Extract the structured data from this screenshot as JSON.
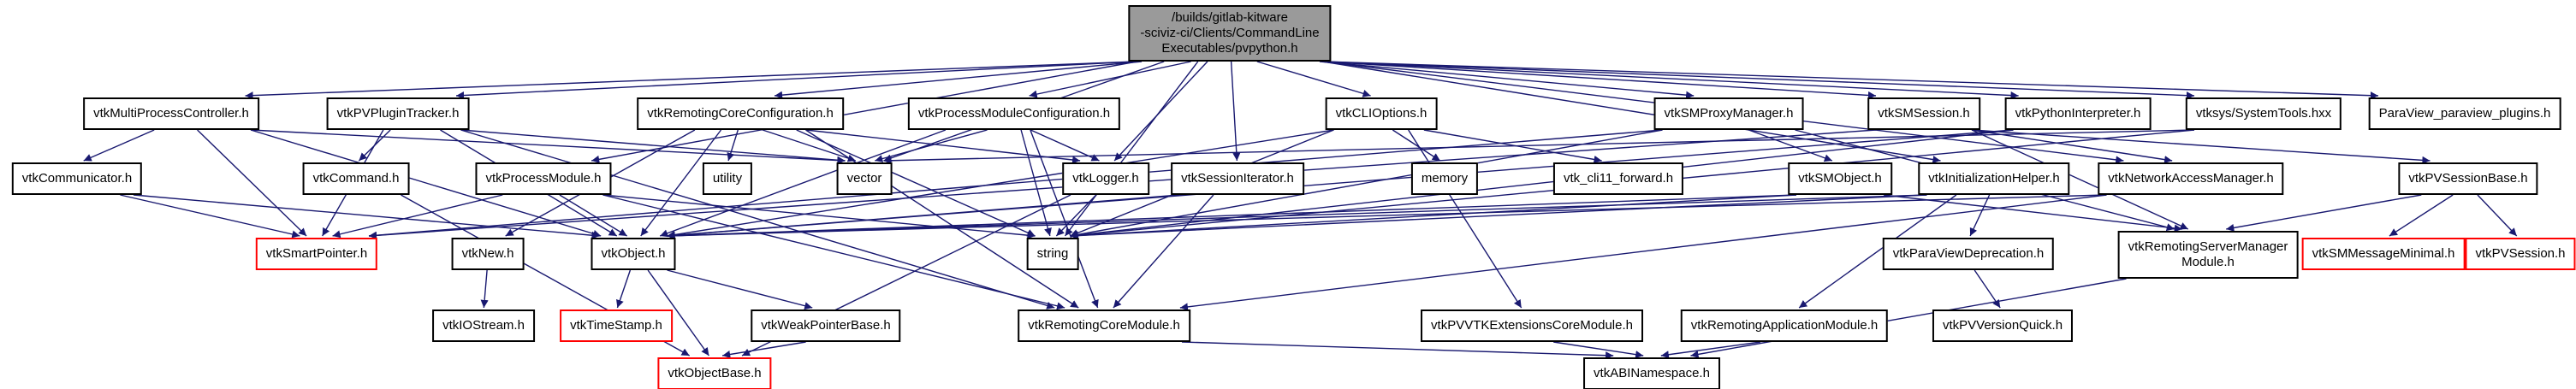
{
  "graph": {
    "type": "include-dependency-graph",
    "colors": {
      "background": "#ffffff",
      "edge": "#191970",
      "node_border": "#000000",
      "truncated_border": "#ff0000",
      "root_fill": "#9a9a9a",
      "text": "#000000"
    }
  },
  "nodes": [
    {
      "id": "root",
      "label": "/builds/gitlab-kitware\n-sciviz-ci/Clients/CommandLine\nExecutables/pvpython.h",
      "type": "root"
    },
    {
      "id": "multiprocesscontroller",
      "label": "vtkMultiProcessController.h",
      "type": "normal"
    },
    {
      "id": "pvplugintracker",
      "label": "vtkPVPluginTracker.h",
      "type": "normal"
    },
    {
      "id": "remotingcoreconfiguration",
      "label": "vtkRemotingCoreConfiguration.h",
      "type": "normal"
    },
    {
      "id": "processmoduleconfiguration",
      "label": "vtkProcessModuleConfiguration.h",
      "type": "normal"
    },
    {
      "id": "clioptions",
      "label": "vtkCLIOptions.h",
      "type": "normal"
    },
    {
      "id": "smproxymanager",
      "label": "vtkSMProxyManager.h",
      "type": "normal"
    },
    {
      "id": "smsession",
      "label": "vtkSMSession.h",
      "type": "normal"
    },
    {
      "id": "pythoninterpreter",
      "label": "vtkPythonInterpreter.h",
      "type": "normal"
    },
    {
      "id": "systemtools",
      "label": "vtksys/SystemTools.hxx",
      "type": "normal"
    },
    {
      "id": "paraviewplugins",
      "label": "ParaView_paraview_plugins.h",
      "type": "normal"
    },
    {
      "id": "communicator",
      "label": "vtkCommunicator.h",
      "type": "normal"
    },
    {
      "id": "command",
      "label": "vtkCommand.h",
      "type": "normal"
    },
    {
      "id": "processmodule",
      "label": "vtkProcessModule.h",
      "type": "normal"
    },
    {
      "id": "utility",
      "label": "utility",
      "type": "normal"
    },
    {
      "id": "vector",
      "label": "vector",
      "type": "normal"
    },
    {
      "id": "logger",
      "label": "vtkLogger.h",
      "type": "normal"
    },
    {
      "id": "sessioniterator",
      "label": "vtkSessionIterator.h",
      "type": "normal"
    },
    {
      "id": "memory",
      "label": "memory",
      "type": "normal"
    },
    {
      "id": "cli11forward",
      "label": "vtk_cli11_forward.h",
      "type": "normal"
    },
    {
      "id": "smobject",
      "label": "vtkSMObject.h",
      "type": "normal"
    },
    {
      "id": "initializationhelper",
      "label": "vtkInitializationHelper.h",
      "type": "normal"
    },
    {
      "id": "networkaccessmanager",
      "label": "vtkNetworkAccessManager.h",
      "type": "normal"
    },
    {
      "id": "pvsessionbase",
      "label": "vtkPVSessionBase.h",
      "type": "normal"
    },
    {
      "id": "smartpointer",
      "label": "vtkSmartPointer.h",
      "type": "truncated"
    },
    {
      "id": "new",
      "label": "vtkNew.h",
      "type": "normal"
    },
    {
      "id": "object",
      "label": "vtkObject.h",
      "type": "normal"
    },
    {
      "id": "string",
      "label": "string",
      "type": "normal"
    },
    {
      "id": "paraviewdeprecation",
      "label": "vtkParaViewDeprecation.h",
      "type": "normal"
    },
    {
      "id": "remotingservermanagermodule",
      "label": "vtkRemotingServerManager\nModule.h",
      "type": "normal"
    },
    {
      "id": "smmessageminimal",
      "label": "vtkSMMessageMinimal.h",
      "type": "truncated"
    },
    {
      "id": "pvsession",
      "label": "vtkPVSession.h",
      "type": "truncated"
    },
    {
      "id": "iostream",
      "label": "vtkIOStream.h",
      "type": "normal"
    },
    {
      "id": "timestamp",
      "label": "vtkTimeStamp.h",
      "type": "truncated"
    },
    {
      "id": "weakpointerbase",
      "label": "vtkWeakPointerBase.h",
      "type": "normal"
    },
    {
      "id": "remotingcoremodule",
      "label": "vtkRemotingCoreModule.h",
      "type": "normal"
    },
    {
      "id": "pvvtkextensionscoremodule",
      "label": "vtkPVVTKExtensionsCoreModule.h",
      "type": "normal"
    },
    {
      "id": "remotingapplicationmodule",
      "label": "vtkRemotingApplicationModule.h",
      "type": "normal"
    },
    {
      "id": "pvversionquick",
      "label": "vtkPVVersionQuick.h",
      "type": "normal"
    },
    {
      "id": "objectbase",
      "label": "vtkObjectBase.h",
      "type": "truncated"
    },
    {
      "id": "abinamespace",
      "label": "vtkABINamespace.h",
      "type": "normal"
    }
  ],
  "edges": [
    {
      "from": "root",
      "to": "multiprocesscontroller"
    },
    {
      "from": "root",
      "to": "pvplugintracker"
    },
    {
      "from": "root",
      "to": "remotingcoreconfiguration"
    },
    {
      "from": "root",
      "to": "processmoduleconfiguration"
    },
    {
      "from": "root",
      "to": "clioptions"
    },
    {
      "from": "root",
      "to": "smproxymanager"
    },
    {
      "from": "root",
      "to": "smsession"
    },
    {
      "from": "root",
      "to": "pythoninterpreter"
    },
    {
      "from": "root",
      "to": "systemtools"
    },
    {
      "from": "root",
      "to": "paraviewplugins"
    },
    {
      "from": "root",
      "to": "processmodule"
    },
    {
      "from": "root",
      "to": "logger"
    },
    {
      "from": "root",
      "to": "sessioniterator"
    },
    {
      "from": "root",
      "to": "initializationhelper"
    },
    {
      "from": "root",
      "to": "networkaccessmanager"
    },
    {
      "from": "root",
      "to": "vector"
    },
    {
      "from": "root",
      "to": "string"
    },
    {
      "from": "multiprocesscontroller",
      "to": "communicator"
    },
    {
      "from": "multiprocesscontroller",
      "to": "object"
    },
    {
      "from": "multiprocesscontroller",
      "to": "smartpointer"
    },
    {
      "from": "multiprocesscontroller",
      "to": "vector"
    },
    {
      "from": "communicator",
      "to": "object"
    },
    {
      "from": "communicator",
      "to": "smartpointer"
    },
    {
      "from": "pvplugintracker",
      "to": "command"
    },
    {
      "from": "pvplugintracker",
      "to": "object"
    },
    {
      "from": "pvplugintracker",
      "to": "remotingcoremodule"
    },
    {
      "from": "pvplugintracker",
      "to": "smartpointer"
    },
    {
      "from": "pvplugintracker",
      "to": "vector"
    },
    {
      "from": "command",
      "to": "objectbase"
    },
    {
      "from": "remotingcoreconfiguration",
      "to": "logger"
    },
    {
      "from": "remotingcoreconfiguration",
      "to": "new"
    },
    {
      "from": "remotingcoreconfiguration",
      "to": "object"
    },
    {
      "from": "remotingcoreconfiguration",
      "to": "remotingcoremodule"
    },
    {
      "from": "remotingcoreconfiguration",
      "to": "utility"
    },
    {
      "from": "remotingcoreconfiguration",
      "to": "vector"
    },
    {
      "from": "remotingcoreconfiguration",
      "to": "string"
    },
    {
      "from": "processmoduleconfiguration",
      "to": "logger"
    },
    {
      "from": "processmoduleconfiguration",
      "to": "object"
    },
    {
      "from": "processmoduleconfiguration",
      "to": "remotingcoremodule"
    },
    {
      "from": "processmoduleconfiguration",
      "to": "string"
    },
    {
      "from": "processmoduleconfiguration",
      "to": "vector"
    },
    {
      "from": "clioptions",
      "to": "object"
    },
    {
      "from": "clioptions",
      "to": "pvvtkextensionscoremodule"
    },
    {
      "from": "clioptions",
      "to": "cli11forward"
    },
    {
      "from": "clioptions",
      "to": "memory"
    },
    {
      "from": "clioptions",
      "to": "string"
    },
    {
      "from": "smproxymanager",
      "to": "remotingservermanagermodule"
    },
    {
      "from": "smproxymanager",
      "to": "smobject"
    },
    {
      "from": "smproxymanager",
      "to": "smartpointer"
    },
    {
      "from": "smproxymanager",
      "to": "string"
    },
    {
      "from": "smsession",
      "to": "networkaccessmanager"
    },
    {
      "from": "smsession",
      "to": "pvsessionbase"
    },
    {
      "from": "smsession",
      "to": "remotingservermanagermodule"
    },
    {
      "from": "smsession",
      "to": "smartpointer"
    },
    {
      "from": "pythoninterpreter",
      "to": "object"
    },
    {
      "from": "pythoninterpreter",
      "to": "string"
    },
    {
      "from": "systemtools",
      "to": "string"
    },
    {
      "from": "systemtools",
      "to": "vector"
    },
    {
      "from": "processmodule",
      "to": "object"
    },
    {
      "from": "processmodule",
      "to": "remotingcoremodule"
    },
    {
      "from": "processmodule",
      "to": "smartpointer"
    },
    {
      "from": "processmodule",
      "to": "string"
    },
    {
      "from": "logger",
      "to": "string"
    },
    {
      "from": "logger",
      "to": "objectbase"
    },
    {
      "from": "sessioniterator",
      "to": "object"
    },
    {
      "from": "sessioniterator",
      "to": "remotingcoremodule"
    },
    {
      "from": "smobject",
      "to": "object"
    },
    {
      "from": "smobject",
      "to": "remotingservermanagermodule"
    },
    {
      "from": "smobject",
      "to": "string"
    },
    {
      "from": "initializationhelper",
      "to": "object"
    },
    {
      "from": "initializationhelper",
      "to": "paraviewdeprecation"
    },
    {
      "from": "initializationhelper",
      "to": "remotingapplicationmodule"
    },
    {
      "from": "initializationhelper",
      "to": "string"
    },
    {
      "from": "networkaccessmanager",
      "to": "object"
    },
    {
      "from": "networkaccessmanager",
      "to": "remotingcoremodule"
    },
    {
      "from": "pvsessionbase",
      "to": "pvsession"
    },
    {
      "from": "pvsessionbase",
      "to": "smmessageminimal"
    },
    {
      "from": "pvsessionbase",
      "to": "remotingservermanagermodule"
    },
    {
      "from": "paraviewdeprecation",
      "to": "pvversionquick"
    },
    {
      "from": "object",
      "to": "objectbase"
    },
    {
      "from": "object",
      "to": "timestamp"
    },
    {
      "from": "object",
      "to": "weakpointerbase"
    },
    {
      "from": "new",
      "to": "iostream"
    },
    {
      "from": "weakpointerbase",
      "to": "objectbase"
    },
    {
      "from": "remotingservermanagermodule",
      "to": "abinamespace"
    },
    {
      "from": "remotingcoremodule",
      "to": "abinamespace"
    },
    {
      "from": "remotingapplicationmodule",
      "to": "abinamespace"
    },
    {
      "from": "pvvtkextensionscoremodule",
      "to": "abinamespace"
    }
  ]
}
